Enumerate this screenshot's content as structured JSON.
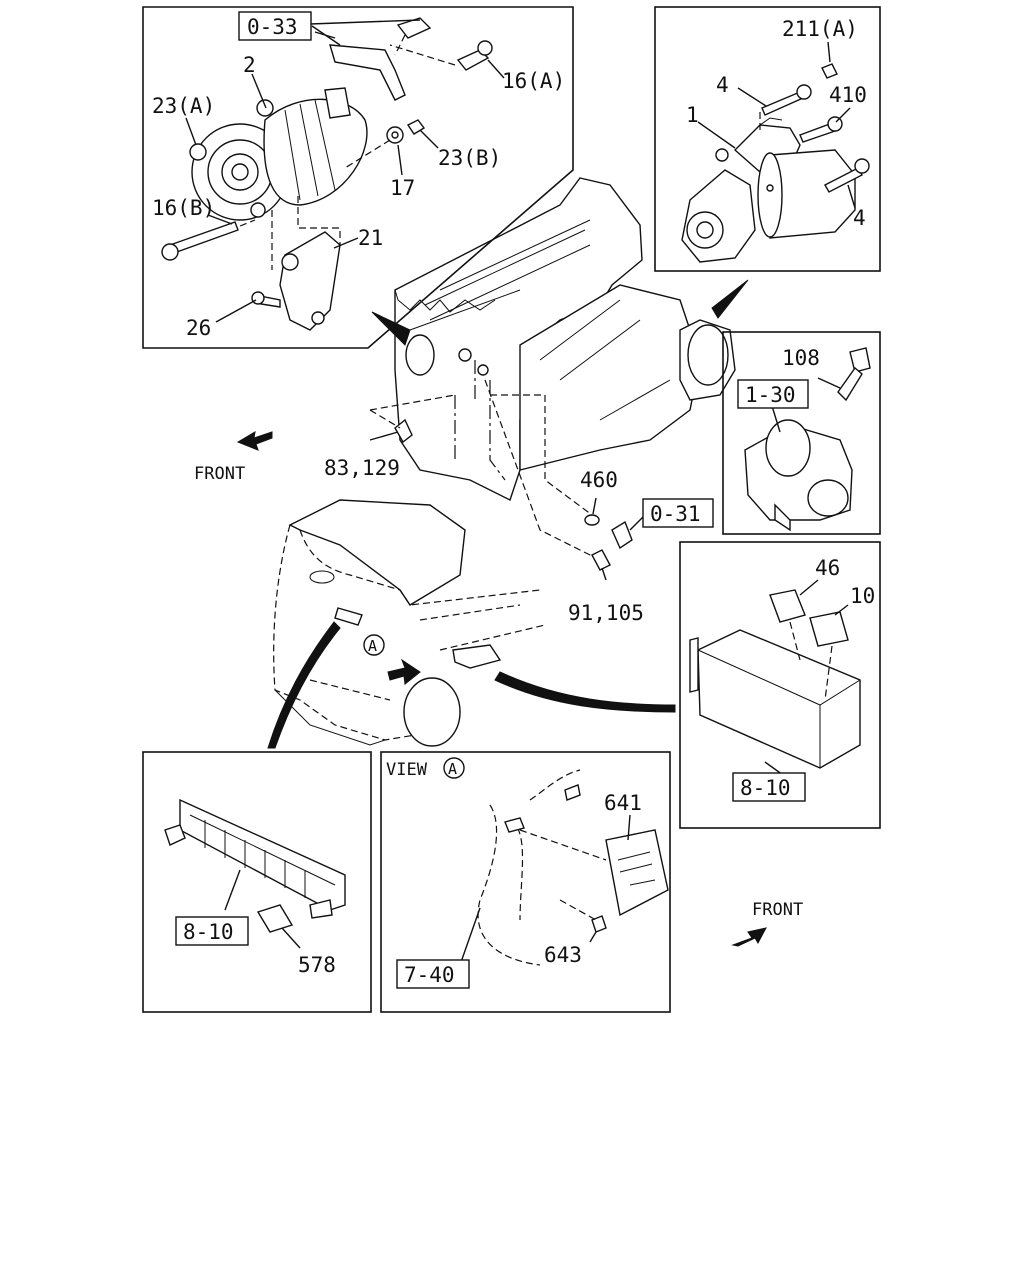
{
  "callouts": {
    "ref_0_33": "0-33",
    "p2": "2",
    "p23a": "23(A)",
    "p16a": "16(A)",
    "p23b": "23(B)",
    "p17": "17",
    "p16b": "16(B)",
    "p21": "21",
    "p26": "26",
    "p211a": "211(A)",
    "p4_top": "4",
    "p410": "410",
    "p1": "1",
    "p4_bot": "4",
    "p108": "108",
    "ref_1_30": "1-30",
    "front_1": "FRONT",
    "p83_129": "83,129",
    "p460": "460",
    "ref_0_31": "0-31",
    "p91_105": "91,105",
    "p46": "46",
    "p10": "10",
    "view_a": "VIEW",
    "view_a_circle": "A",
    "car_a_circle": "A",
    "ref_8_10_right": "8-10",
    "p641": "641",
    "p643": "643",
    "ref_7_40": "7-40",
    "ref_8_10_left": "8-10",
    "p578": "578",
    "front_2": "FRONT"
  }
}
